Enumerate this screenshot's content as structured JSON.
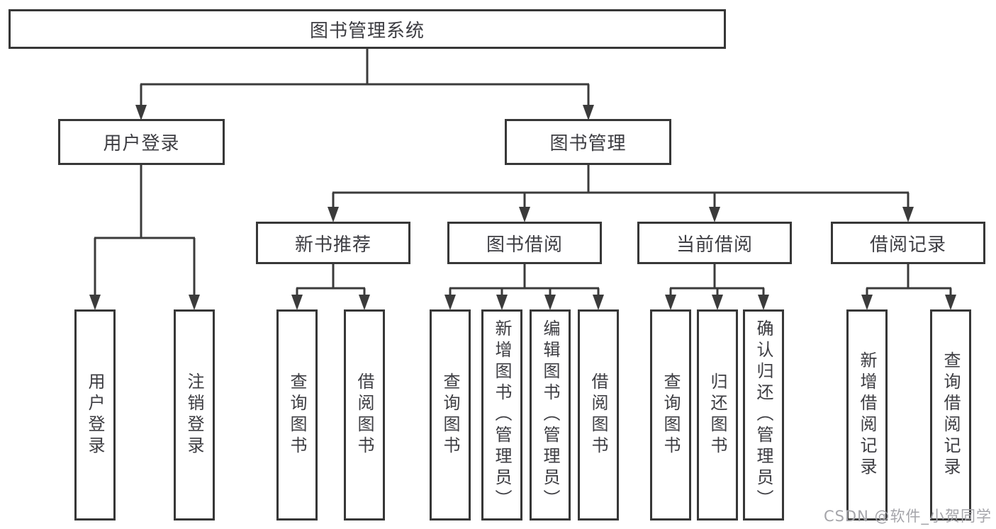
{
  "diagram": {
    "title": "图书管理系统",
    "tree": {
      "root": "图书管理系统",
      "children": [
        {
          "label": "用户登录",
          "children": [
            {
              "label": "用户登录"
            },
            {
              "label": "注销登录"
            }
          ]
        },
        {
          "label": "图书管理",
          "children": [
            {
              "label": "新书推荐",
              "children": [
                {
                  "label": "查询图书"
                },
                {
                  "label": "借阅图书"
                }
              ]
            },
            {
              "label": "图书借阅",
              "children": [
                {
                  "label": "查询图书"
                },
                {
                  "label": "新增图书（管理员）"
                },
                {
                  "label": "编辑图书（管理员）"
                },
                {
                  "label": "借阅图书"
                }
              ]
            },
            {
              "label": "当前借阅",
              "children": [
                {
                  "label": "查询图书"
                },
                {
                  "label": "归还图书"
                },
                {
                  "label": "确认归还（管理员）"
                }
              ]
            },
            {
              "label": "借阅记录",
              "children": [
                {
                  "label": "新增借阅记录"
                },
                {
                  "label": "查询借阅记录"
                }
              ]
            }
          ]
        }
      ]
    },
    "colors": {
      "line": "#3b3b3b",
      "box_border": "#373737",
      "box_fill": "#ffffff",
      "text": "#3d3d42",
      "watermark": "#a5a5aa",
      "background": "#ffffff"
    }
  },
  "watermark": {
    "text": "CSDN @软件_小贺同学"
  }
}
